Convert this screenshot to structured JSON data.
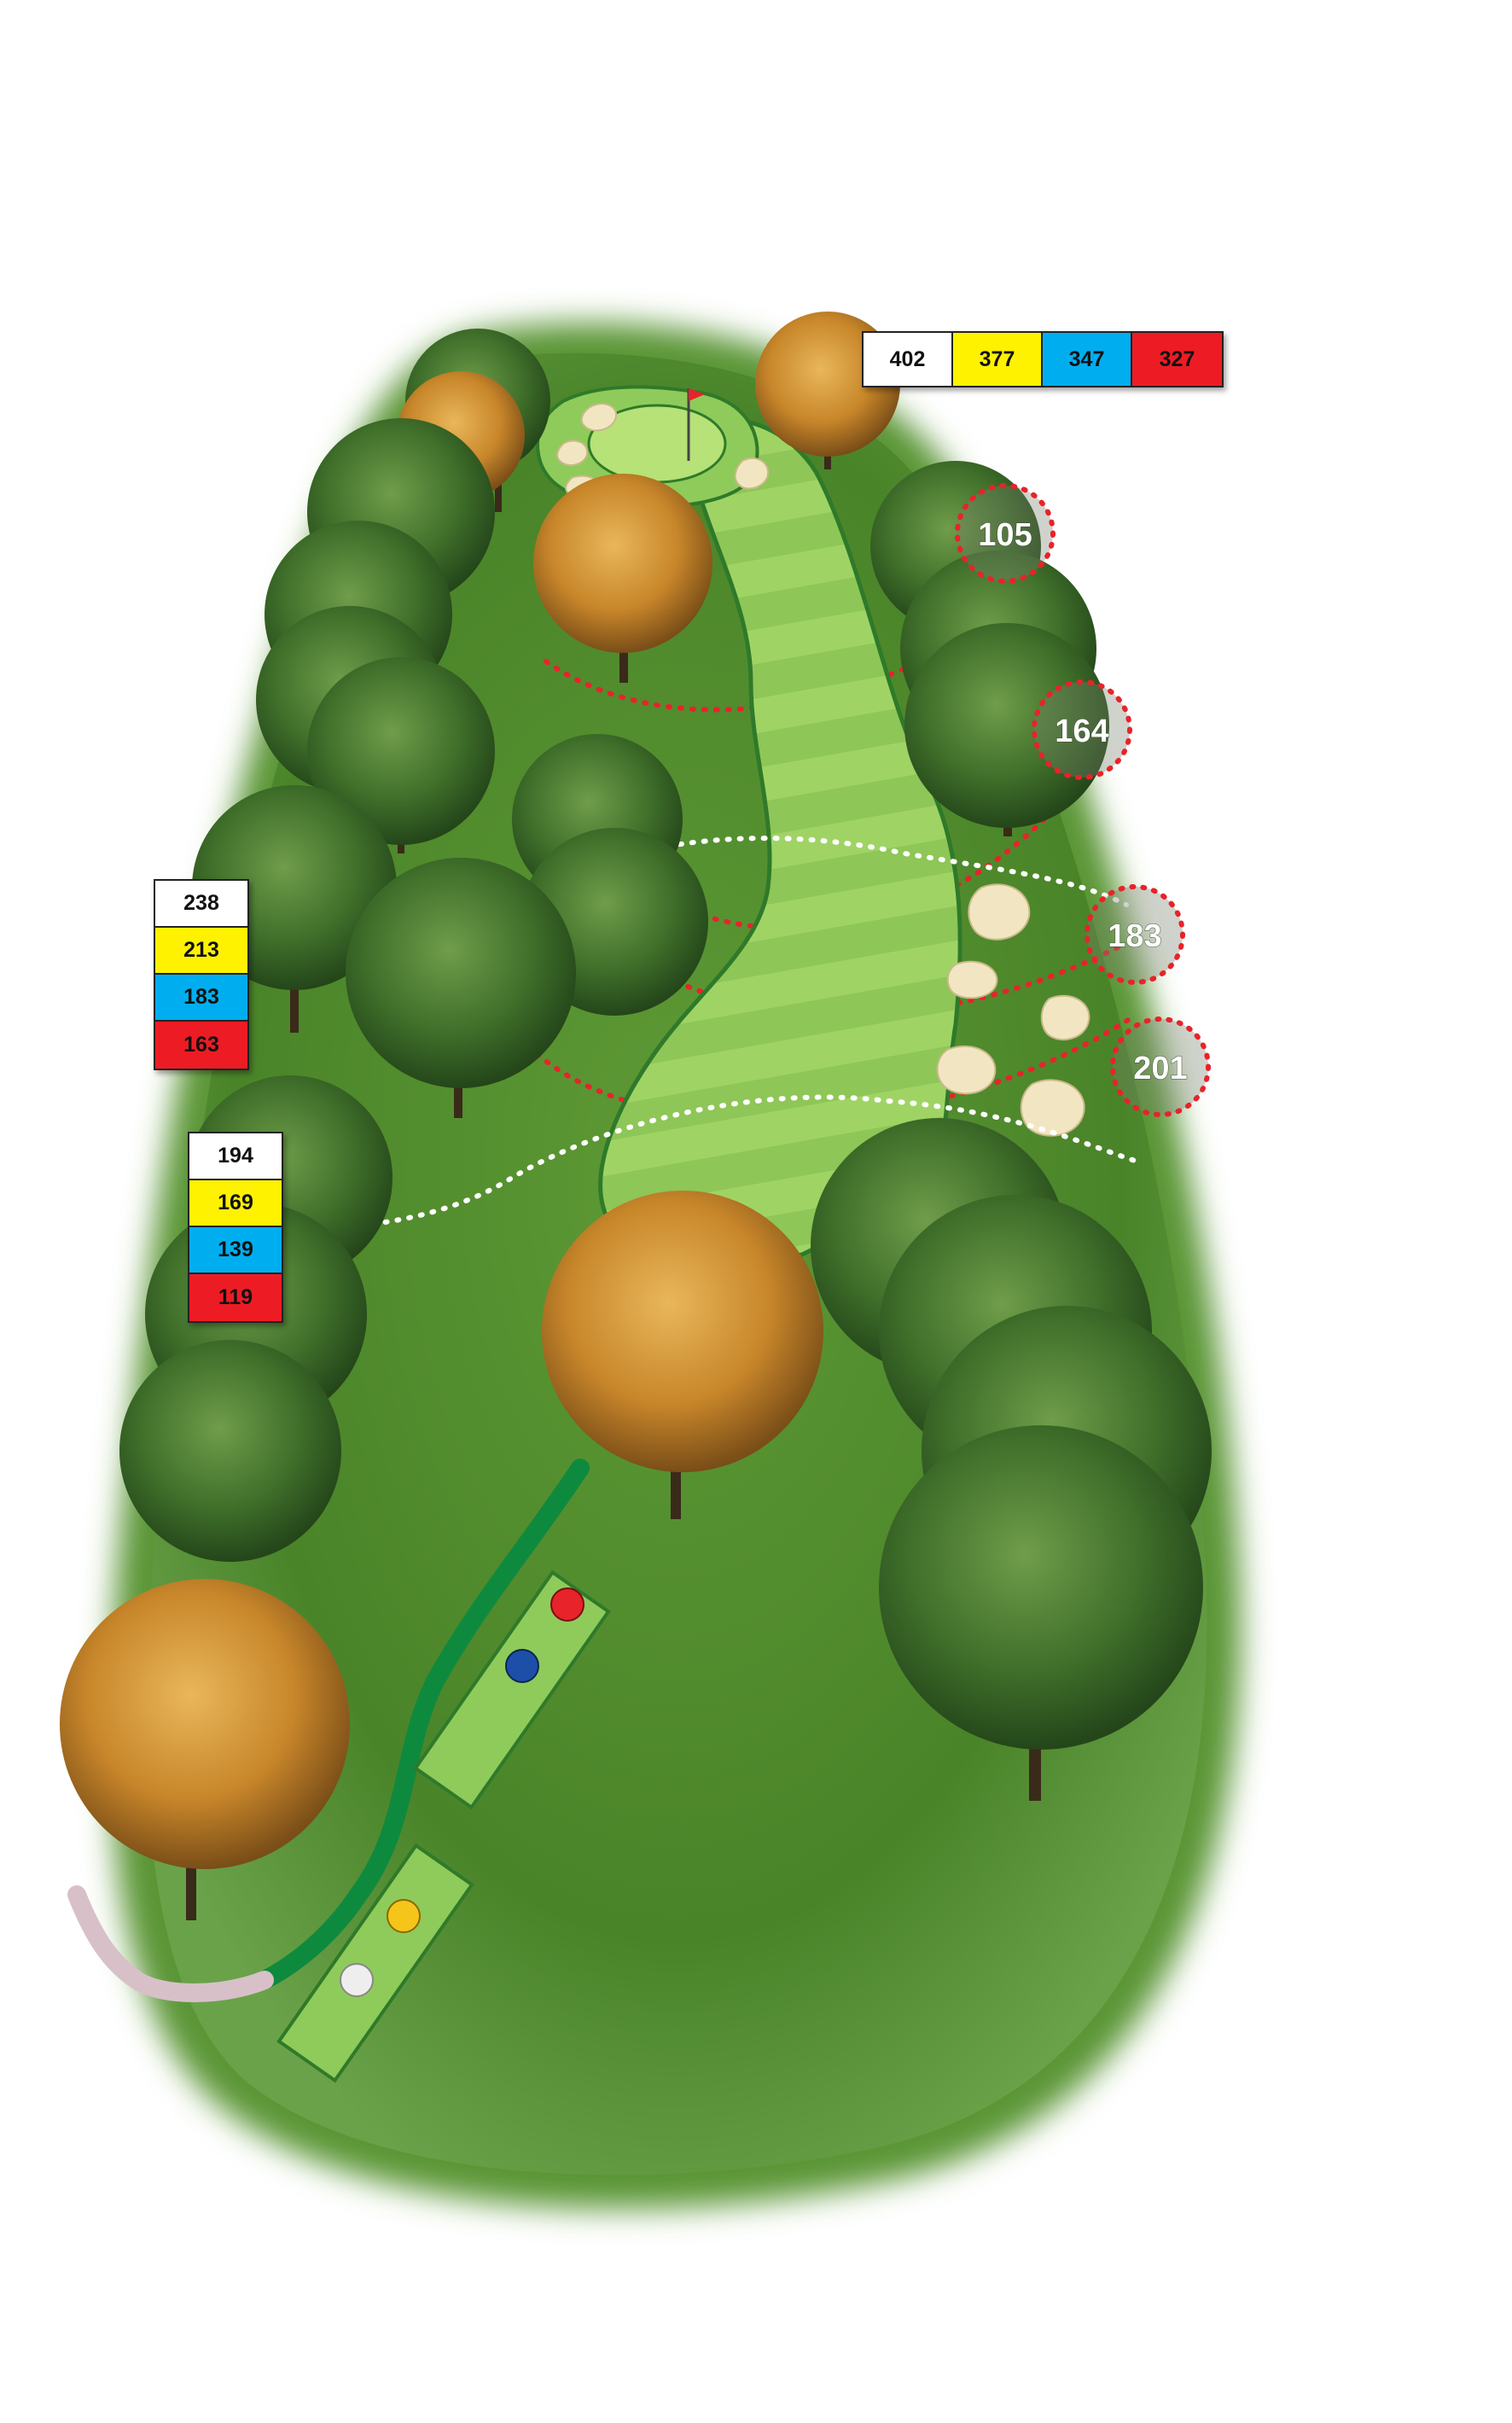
{
  "hole_yardages": {
    "white": "402",
    "yellow": "377",
    "blue": "347",
    "red": "327"
  },
  "tree_line_marker_upper": {
    "white": "238",
    "yellow": "213",
    "blue": "183",
    "red": "163"
  },
  "tree_line_marker_lower": {
    "white": "194",
    "yellow": "169",
    "blue": "139",
    "red": "119"
  },
  "distance_markers": [
    "105",
    "164",
    "183",
    "201"
  ],
  "colors": {
    "white_tee": "#ffffff",
    "yellow_tee": "#fff200",
    "blue_tee": "#00aeef",
    "red_tee": "#ed1c24",
    "rough": "#4f8a2c",
    "fairway": "#8fcb5a",
    "green": "#a8dc6a",
    "bunker": "#f2e6c2",
    "path": "#0e8a3e",
    "tree_green": "#3f6f2a",
    "tree_autumn": "#c8862a",
    "flag": "#e8232a"
  }
}
